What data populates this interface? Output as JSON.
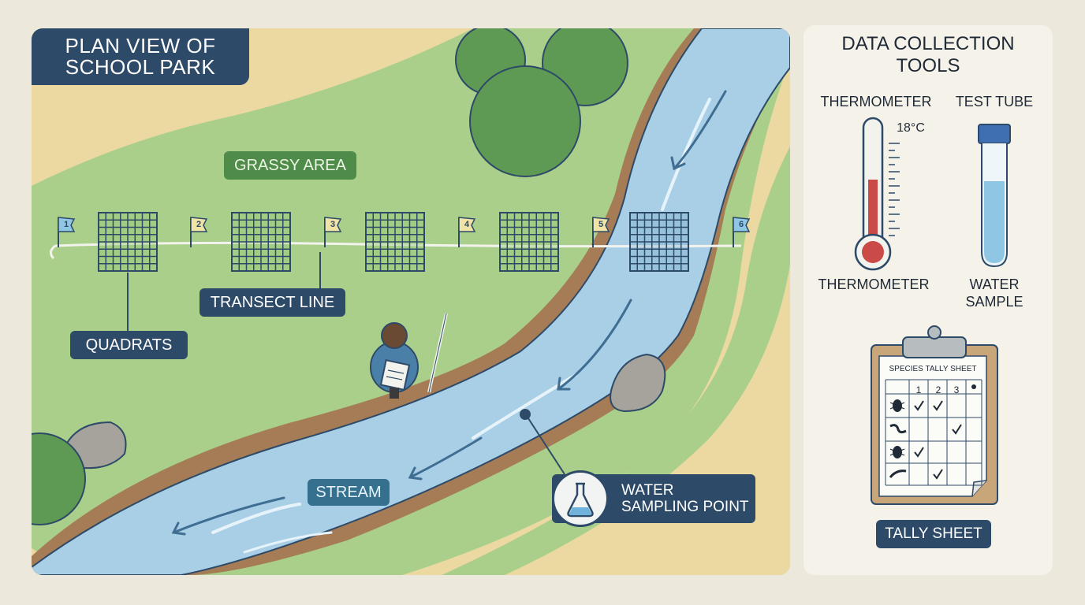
{
  "map": {
    "title_line1": "PLAN VIEW OF",
    "title_line2": "SCHOOL PARK",
    "labels": {
      "grassy_area": "GRASSY AREA",
      "transect_line": "TRANSECT LINE",
      "quadrats": "QUADRATS",
      "stream": "STREAM",
      "water_sampling_line1": "WATER",
      "water_sampling_line2": "SAMPLING POINT"
    },
    "flags": [
      "1",
      "2",
      "3",
      "4",
      "5",
      "6"
    ],
    "quadrat_count": 5,
    "colors": {
      "grass": "#a9cf8a",
      "sand": "#ecd9a2",
      "water": "#a8cfe6",
      "bank": "#a57c55",
      "navy": "#2d4a68",
      "tree": "#5f9a55"
    }
  },
  "tools": {
    "title_line1": "DATA COLLECTION",
    "title_line2": "TOOLS",
    "thermometer_header": "THERMOMETER",
    "test_tube_header": "TEST TUBE",
    "temperature": "18°C",
    "thermometer_caption": "THERMOMETER",
    "water_sample_line1": "WATER",
    "water_sample_line2": "SAMPLE",
    "tally_sheet": {
      "heading": "SPECIES TALLY SHEET",
      "columns": [
        "1",
        "2",
        "3"
      ],
      "species_icons": [
        "beetle-icon",
        "worm-icon",
        "bug-icon",
        "shrimp-icon"
      ],
      "checks": [
        [
          true,
          true,
          false
        ],
        [
          false,
          false,
          true
        ],
        [
          true,
          false,
          false
        ],
        [
          false,
          true,
          false
        ]
      ]
    },
    "tally_label": "TALLY SHEET"
  }
}
